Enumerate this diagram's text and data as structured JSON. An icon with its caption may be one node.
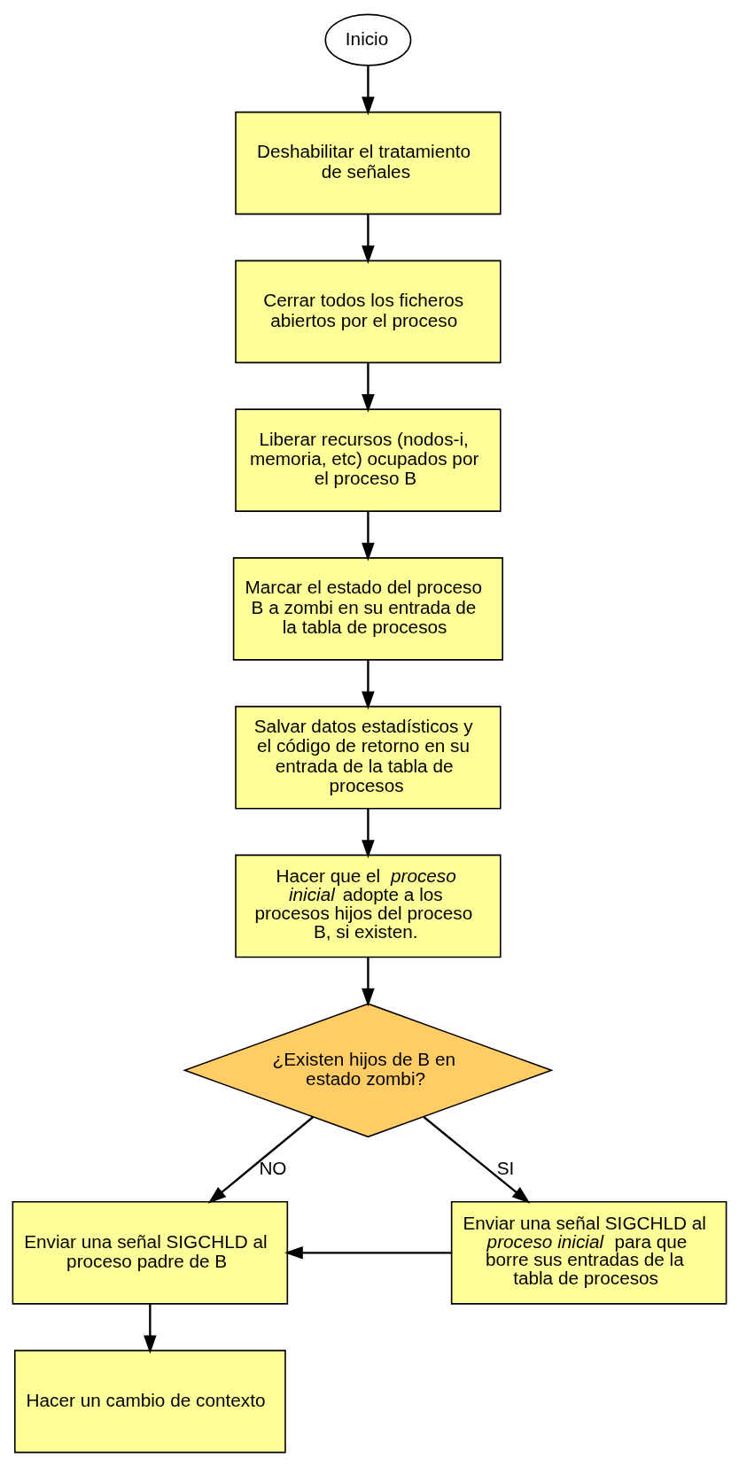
{
  "diagram": {
    "nodes": [
      {
        "text": [
          "Inicio"
        ]
      },
      {
        "text": [
          "Deshabilitar el tratamiento de señales"
        ]
      },
      {
        "text": [
          "Cerrar todos los ficheros abiertos por el proceso"
        ]
      },
      {
        "text": [
          "Liberar recursos (nodos-i, memoria, etc) ocupados por el proceso B"
        ]
      },
      {
        "text": [
          "Marcar el estado del proceso B a zombi en su entrada de la tabla de procesos"
        ]
      },
      {
        "text": [
          "Salvar datos estadísticos y el código de retorno en su entrada de la tabla de procesos"
        ]
      },
      {
        "text": [
          "Hacer que el *proceso inicial* adopte a los procesos hijos del proceso B, si existen."
        ]
      },
      {
        "text": [
          "¿Existen hijos de B en estado zombi?"
        ]
      },
      {
        "text": [
          "Enviar una señal SIGCHLD al proceso padre de B"
        ]
      },
      {
        "text": [
          "Enviar una señal SIGCHLD al *proceso inicial* para que borre sus entradas de la tabla de procesos"
        ]
      },
      {
        "text": [
          "Hacer un cambio de contexto"
        ]
      }
    ],
    "edges": [
      {
        "from": 0,
        "to": 1,
        "arrow": "to"
      },
      {
        "from": 1,
        "to": 2,
        "arrow": "to"
      },
      {
        "from": 2,
        "to": 3,
        "arrow": "to"
      },
      {
        "from": 3,
        "to": 4,
        "arrow": "to"
      },
      {
        "from": 4,
        "to": 5,
        "arrow": "to"
      },
      {
        "from": 5,
        "to": 6,
        "arrow": "to"
      },
      {
        "from": 6,
        "to": 7,
        "arrow": "to"
      },
      {
        "from": 7,
        "to": 8,
        "arrow": "to",
        "label": "NO"
      },
      {
        "from": 7,
        "to": 9,
        "arrow": "to",
        "label": "SI"
      },
      {
        "from": 9,
        "to": 8,
        "arrow": "to"
      },
      {
        "from": 8,
        "to": 10,
        "arrow": "to"
      }
    ]
  }
}
